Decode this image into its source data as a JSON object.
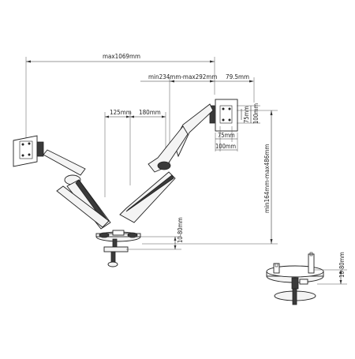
{
  "dimensions": {
    "max_reach": "max1069mm",
    "arm_range": "min234mm-max292mm",
    "offset": "79.5mm",
    "seg_left": "125mm",
    "seg_right": "180mm",
    "vesa_h_small": "75mm",
    "vesa_h_large": "100mm",
    "vesa_w_small": "75mm",
    "vesa_w_large": "100mm",
    "height_range": "min164mm-max486mm",
    "clamp_main": "10-80mm",
    "clamp_detail": "10-80mm"
  }
}
